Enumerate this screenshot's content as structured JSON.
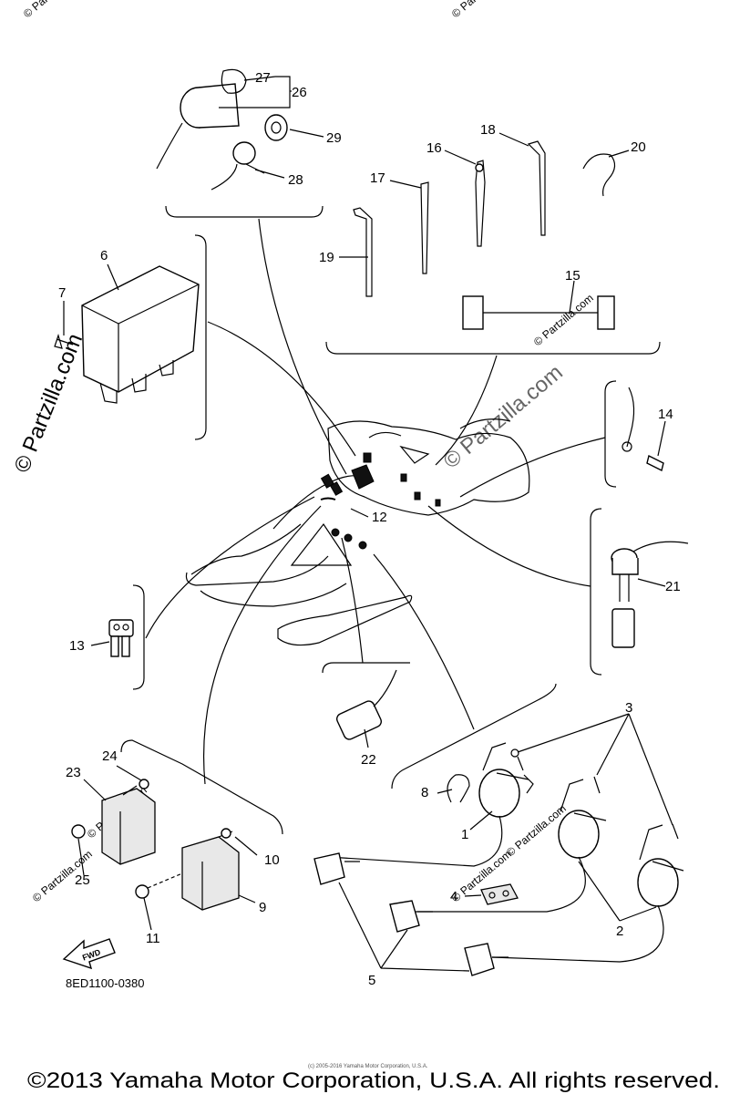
{
  "diagram": {
    "part_code": "8ED1100-0380",
    "copyright": "©2013 Yamaha Motor Corporation, U.S.A. All rights reserved.",
    "small_copyright": "(c) 2005-2016 Yamaha Motor Corporation, U.S.A.",
    "fwd_label": "FWD",
    "watermark": "© Partzilla.com",
    "watermark_small": "© Partzilla.com",
    "callouts": {
      "c1": "1",
      "c2": "2",
      "c3": "3",
      "c4": "4",
      "c5": "5",
      "c6": "6",
      "c7": "7",
      "c8": "8",
      "c9": "9",
      "c10": "10",
      "c11": "11",
      "c12": "12",
      "c13": "13",
      "c14": "14",
      "c15": "15",
      "c16": "16",
      "c17": "17",
      "c18": "18",
      "c19": "19",
      "c20": "20",
      "c21": "21",
      "c22": "22",
      "c23": "23",
      "c24": "24",
      "c25": "25",
      "c26": "26",
      "c27": "27",
      "c28": "28",
      "c29": "29"
    }
  }
}
